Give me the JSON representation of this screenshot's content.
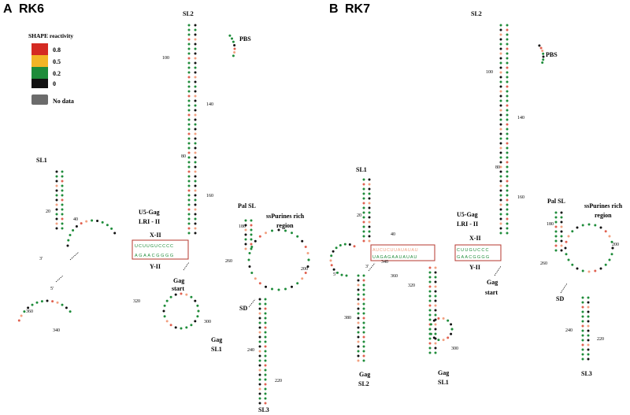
{
  "panels": [
    {
      "letter": "A",
      "name": "RK6"
    },
    {
      "letter": "B",
      "name": "RK7"
    }
  ],
  "legend": {
    "title": "SHAPE reactivity",
    "items": [
      {
        "label": "0.8",
        "color": "#d42a22"
      },
      {
        "label": "0.5",
        "color": "#f2b526"
      },
      {
        "label": "0.2",
        "color": "#1e8c3a"
      },
      {
        "label": "0",
        "color": "#111111"
      }
    ],
    "no_data": {
      "label": "No data",
      "color": "#6b6b6b"
    }
  },
  "labels_A": {
    "sl2": "SL2",
    "pbs": "PBS",
    "sl1": "SL1",
    "u5gag": "U5-Gag",
    "lri": "LRI - II",
    "xii": "X-II",
    "yii": "Y-II",
    "gag_start_1": "Gag",
    "gag_start_2": "start",
    "pal": "Pal SL",
    "sspur_1": "ssPurines rich",
    "sspur_2": "region",
    "sd": "SD",
    "gagsl1_1": "Gag",
    "gagsl1_2": "SL1",
    "sl3": "SL3",
    "three_prime": "3'",
    "five_prime": "5'",
    "box_top": "UCUUGUCCCC",
    "box_bottom": "AGAACGGGG",
    "n100": "100",
    "n140": "140",
    "n80": "80",
    "n160": "160",
    "n180": "180",
    "n260": "260",
    "n200": "200",
    "n20": "20",
    "n40": "40",
    "n320": "320",
    "n300": "300",
    "n360": "360",
    "n340": "340",
    "n240": "240",
    "n220": "220"
  },
  "labels_B": {
    "sl2": "SL2",
    "pbs": "PBS",
    "sl1": "SL1",
    "u5gag": "U5-Gag",
    "lri": "LRI - II",
    "xii": "X-II",
    "yii": "Y-II",
    "gag_start_1": "Gag",
    "gag_start_2": "start",
    "pal": "Pal SL",
    "sspur_1": "ssPurines rich",
    "sspur_2": "region",
    "sd": "SD",
    "gagsl1_1": "Gag",
    "gagsl1_2": "SL1",
    "gagsl2_1": "Gag",
    "gagsl2_2": "SL2",
    "sl3": "SL3",
    "three_prime": "3'",
    "five_prime": "5'",
    "box1_top": "AUCUCUUAUAUAU",
    "box1_bottom": "UAGAGAAUAUAU",
    "box2_top": "CUUGUCCC",
    "box2_bottom": "GAACGGGG",
    "n100": "100",
    "n140": "140",
    "n80": "80",
    "n160": "160",
    "n180": "180",
    "n260": "260",
    "n200": "200",
    "n20": "20",
    "n40": "40",
    "n320": "320",
    "n300": "300",
    "n360": "360",
    "n380": "380",
    "n340": "340",
    "n240": "240",
    "n220": "220"
  }
}
